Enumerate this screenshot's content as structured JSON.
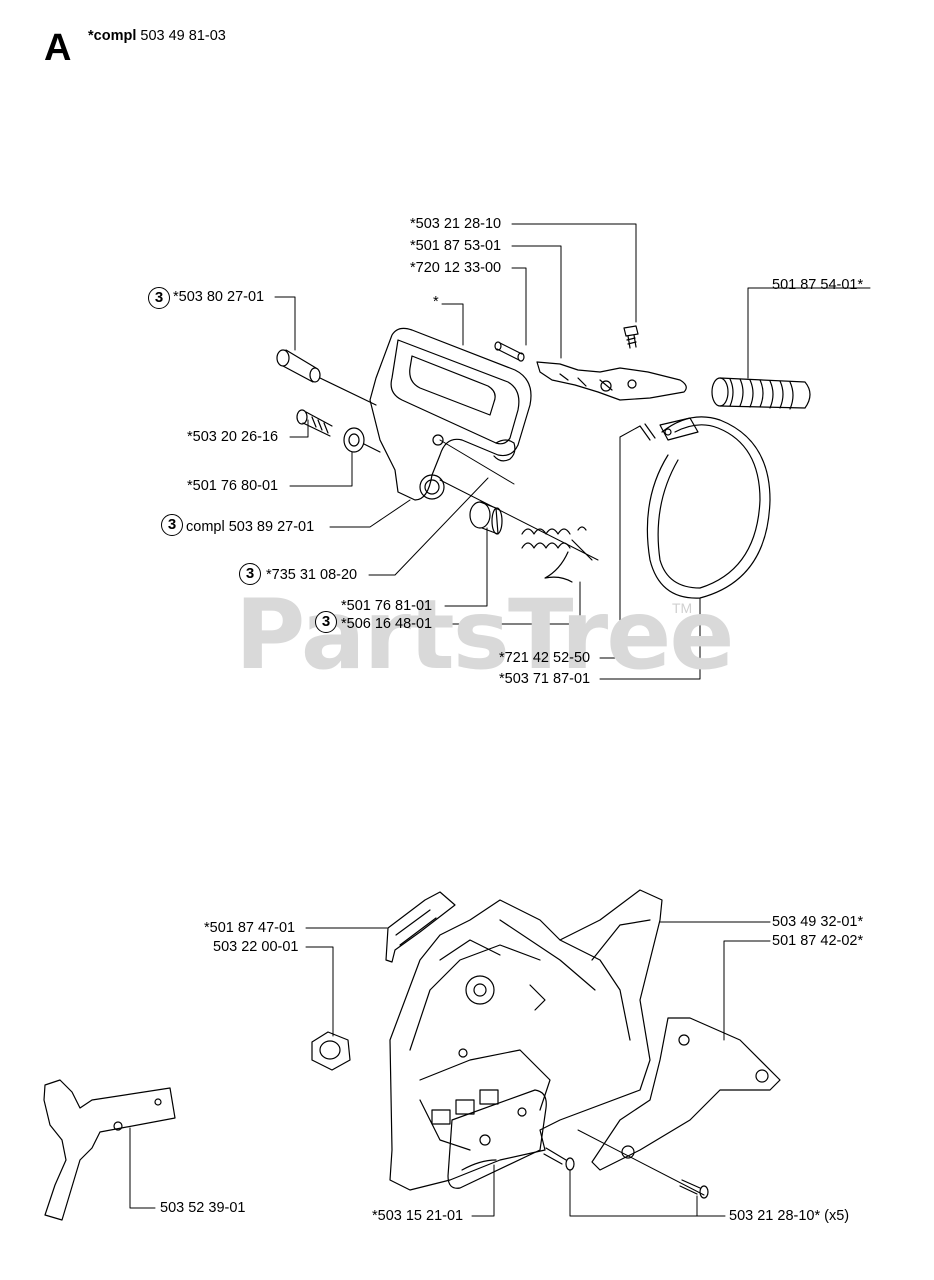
{
  "header": {
    "section_letter": "A",
    "compl_prefix": "*compl",
    "compl_number": "503 49 81-03"
  },
  "watermark": {
    "text": "PartsTree",
    "tm": "TM"
  },
  "callout_number": "3",
  "labels": {
    "p_503_21_28_10_top": "*503 21 28-10",
    "p_501_87_53_01": "*501 87 53-01",
    "p_720_12_33_00": "*720 12 33-00",
    "p_501_87_54_01": "501 87 54-01*",
    "p_503_80_27_01": "*503 80 27-01",
    "p_star": "*",
    "p_503_20_26_16": "*503 20 26-16",
    "p_501_76_80_01": "*501 76 80-01",
    "p_503_89_27_01": "compl 503 89 27-01",
    "p_735_31_08_20": "*735 31 08-20",
    "p_501_76_81_01": "*501 76 81-01",
    "p_506_16_48_01": "*506 16 48-01",
    "p_721_42_52_50": "*721 42 52-50",
    "p_503_71_87_01": "*503 71 87-01",
    "p_501_87_47_01": "*501 87 47-01",
    "p_503_22_00_01": "503 22 00-01",
    "p_503_49_32_01": "503 49 32-01*",
    "p_501_87_42_02": "501 87 42-02*",
    "p_503_52_39_01": "503 52 39-01",
    "p_503_15_21_01": "*503 15 21-01",
    "p_503_21_28_10_x5": "503 21 28-10* (x5)"
  }
}
